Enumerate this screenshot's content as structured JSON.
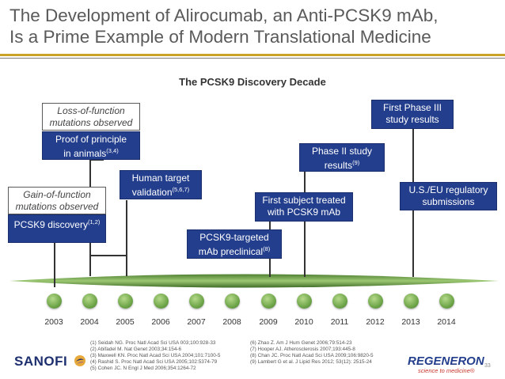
{
  "title_line1": "The Development of Alirocumab, an Anti-PCSK9 mAb,",
  "title_line2": "Is a Prime Example of Modern Translational Medicine",
  "subtitle": "The PCSK9 Discovery Decade",
  "colors": {
    "box": "#233e8c",
    "timeline": "#6fa64a",
    "rule_gold": "#c9a227",
    "rule_grey": "#7a7a7a"
  },
  "years": [
    "2003",
    "2004",
    "2005",
    "2006",
    "2007",
    "2008",
    "2009",
    "2010",
    "2011",
    "2012",
    "2013",
    "2014"
  ],
  "events": {
    "gain_of_function": "Gain-of-function mutations observed",
    "pcsk9_discovery": "PCSK9 discovery",
    "pcsk9_discovery_ref": "(1,2)",
    "loss_of_function": "Loss-of-function mutations observed",
    "proof_of_principle_1": "Proof of principle",
    "proof_of_principle_2": "in animals",
    "proof_of_principle_ref": "(3,4)",
    "human_target_1": "Human target",
    "human_target_2": "validation",
    "human_target_ref": "(5,6,7)",
    "mab_preclinical_1": "PCSK9-targeted",
    "mab_preclinical_2": "mAb preclinical",
    "mab_preclinical_ref": "(8)",
    "first_subject_1": "First subject treated",
    "first_subject_2": "with PCSK9 mAb",
    "phase2_1": "Phase II study",
    "phase2_2": "results",
    "phase2_ref": "(9)",
    "phase3_1": "First Phase III",
    "phase3_2": "study results",
    "regulatory_1": "U.S./EU regulatory",
    "regulatory_2": "submissions"
  },
  "references_left": [
    "(1)  Seidah NG. Proc Natl Acad Sci USA 003;100:928-33",
    "(2)  Abifadel M. Nat Genet 2003;34:154-6",
    "(3)  Maxwell KN. Proc Natl Acad Sci USA 2004;101:7100-5",
    "(4)  Rashid S. Proc Natl Acad Sci USA 2005;102:5374-79",
    "(5)  Cohen JC. N Engl J Med 2006;354:1264-72"
  ],
  "references_right": [
    "(6)  Zhao Z. Am J Hum Genet 2006;79:514-23",
    "(7)  Hooper AJ. Atherosclerosis 2007;193:445-8",
    "(8)  Chan JC. Proc Natl Acad Sci USA 2009;106:9820-5",
    "(9)  Lambert G et al. J Lipid Res 2012; 53(12): 2515-24"
  ],
  "logo_left": "SANOFI",
  "logo_right": "REGENERON",
  "logo_right_tagline": "science to medicine®",
  "page_number": "33"
}
